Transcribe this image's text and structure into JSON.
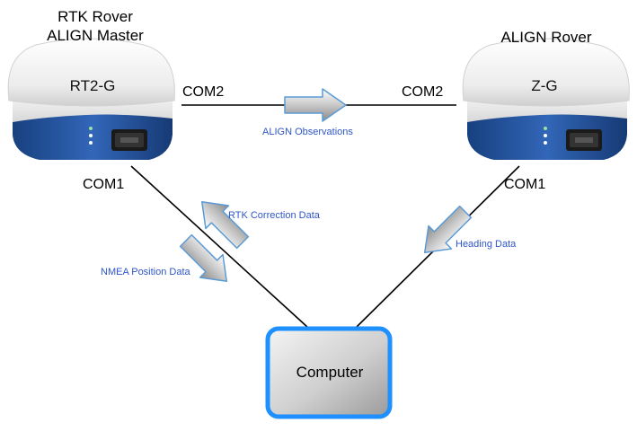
{
  "master": {
    "title_line1": "RTK Rover",
    "title_line2": "ALIGN Master",
    "device_label": "RT2-G",
    "port_top": "COM2",
    "port_bottom": "COM1"
  },
  "rover": {
    "title": "ALIGN Rover",
    "device_label": "Z-G",
    "port_top": "COM2",
    "port_bottom": "COM1"
  },
  "computer": {
    "label": "Computer"
  },
  "flows": {
    "align_observations": "ALIGN Observations",
    "rtk_correction": "RTK Correction Data",
    "nmea_position": "NMEA Position Data",
    "heading": "Heading Data"
  },
  "colors": {
    "arrow_edge": "#5b9bd5",
    "flow_text": "#2f56c8",
    "computer_border": "#1e90ff",
    "device_base": "#1f4fa0"
  }
}
